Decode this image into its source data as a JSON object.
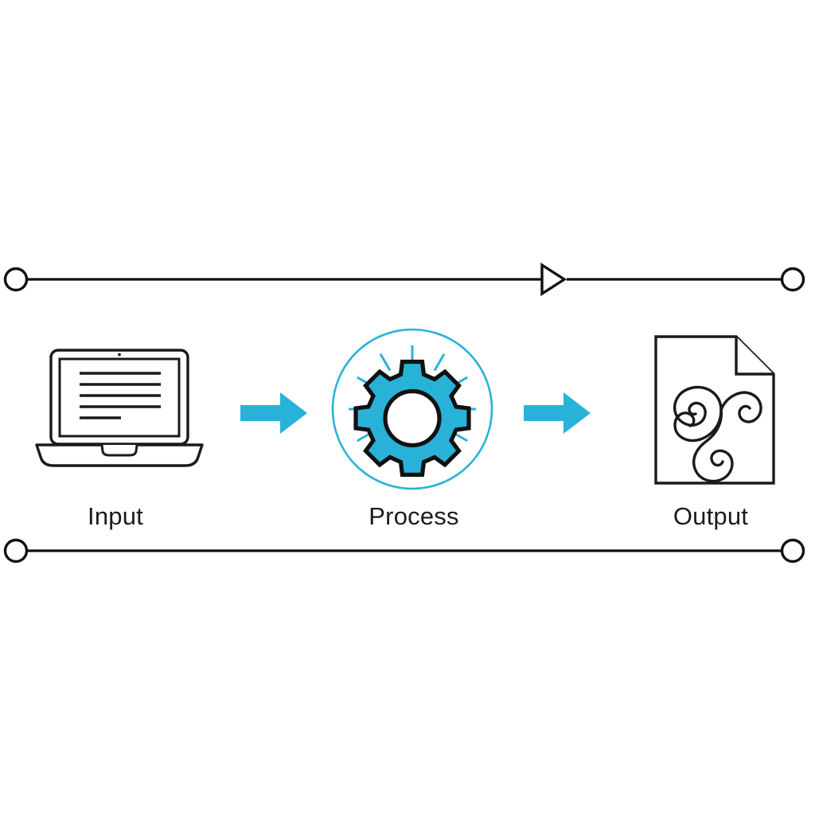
{
  "diagram": {
    "title": "Input Process Output flow diagram",
    "background_color": "#ffffff",
    "accent_color": "#29b2d8",
    "line_color": "#111111",
    "text_color": "#1b1b1b",
    "stages": [
      {
        "id": "input",
        "label": "Input",
        "icon": "laptop-icon",
        "icon_style": "line-outline",
        "icon_color": "#1a1a1a",
        "screen_text_lines": 5
      },
      {
        "id": "process",
        "label": "Process",
        "icon": "gear-icon",
        "icon_style": "filled-with-outline",
        "icon_color": "#29b2d8",
        "outline_color": "#111111",
        "ray_count": 12,
        "gear_teeth": 8,
        "surrounding_circle": true
      },
      {
        "id": "output",
        "label": "Output",
        "icon": "document-icon",
        "icon_style": "line-outline",
        "icon_color": "#1a1a1a",
        "folded_corner": "top-right",
        "ornament": "swirl-spirals"
      }
    ],
    "connectors": [
      {
        "id": "arrow-input-to-process",
        "icon": "right-arrow-icon",
        "color": "#29b2d8",
        "from": "input",
        "to": "process"
      },
      {
        "id": "arrow-process-to-output",
        "icon": "right-arrow-icon",
        "color": "#29b2d8",
        "from": "process",
        "to": "output"
      }
    ],
    "rails": [
      {
        "id": "rail-top",
        "position": "top",
        "start_endpoint": "hollow-circle",
        "end_endpoint": "hollow-circle",
        "marker": "hollow-triangle-arrowhead",
        "marker_position_ratio": 0.69,
        "color": "#111111"
      },
      {
        "id": "rail-bottom",
        "position": "bottom",
        "start_endpoint": "hollow-circle",
        "end_endpoint": "hollow-circle",
        "marker": "none",
        "color": "#111111"
      }
    ]
  }
}
